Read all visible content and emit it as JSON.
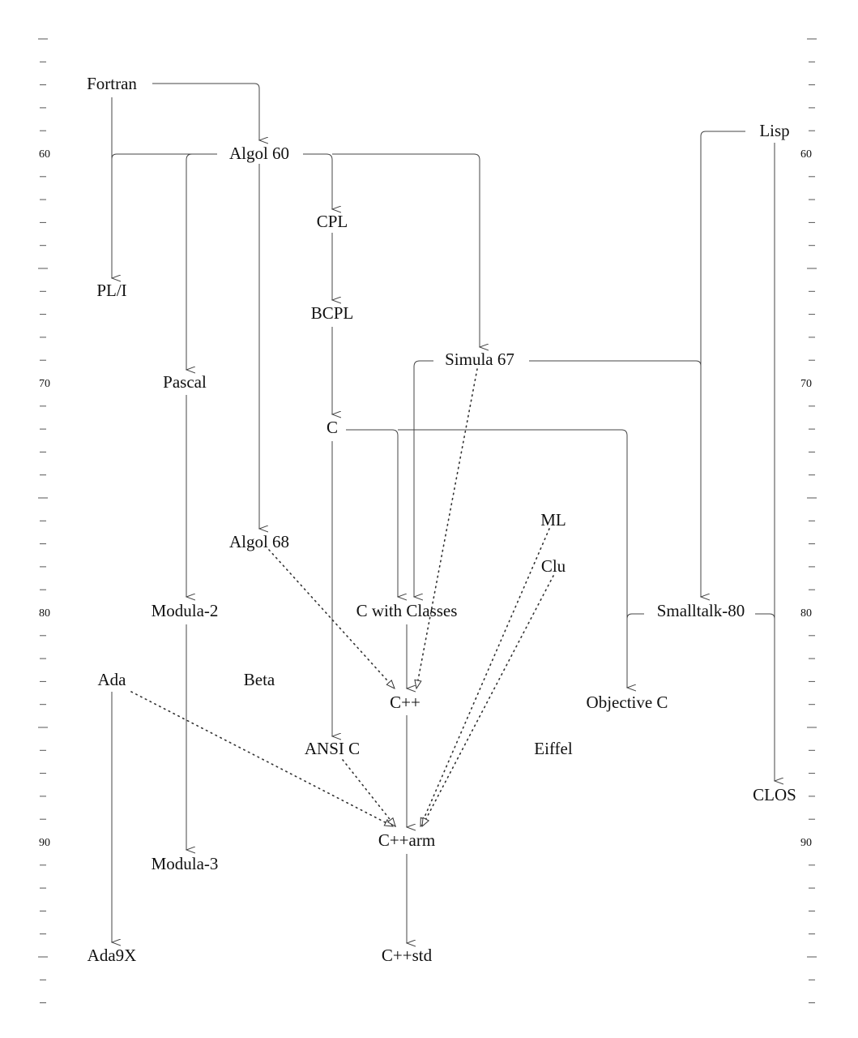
{
  "timeline": {
    "left_labels": [
      "60",
      "70",
      "80",
      "90"
    ],
    "right_labels": [
      "60",
      "70",
      "80",
      "90"
    ]
  },
  "languages": {
    "fortran": "Fortran",
    "lisp": "Lisp",
    "algol60": "Algol 60",
    "cpl": "CPL",
    "pli": "PL/I",
    "bcpl": "BCPL",
    "simula67": "Simula 67",
    "pascal": "Pascal",
    "c": "C",
    "ml": "ML",
    "algol68": "Algol 68",
    "clu": "Clu",
    "modula2": "Modula-2",
    "cwithclasses": "C with Classes",
    "smalltalk80": "Smalltalk-80",
    "ada": "Ada",
    "beta": "Beta",
    "cpp": "C++",
    "objectivec": "Objective C",
    "ansic": "ANSI C",
    "eiffel": "Eiffel",
    "clos": "CLOS",
    "cpparm": "C++arm",
    "modula3": "Modula-3",
    "ada9x": "Ada9X",
    "cppstd": "C++std"
  }
}
